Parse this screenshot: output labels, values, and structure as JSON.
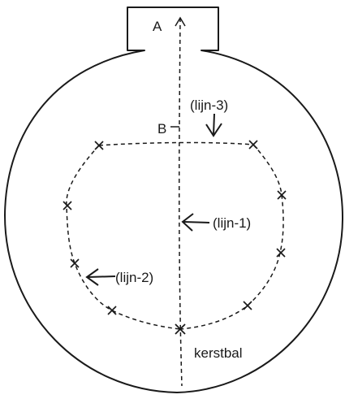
{
  "diagram": {
    "labels": {
      "point_a": "A",
      "point_b": "B",
      "line_1": "(lijn-1)",
      "line_2": "(lijn-2)",
      "line_3": "(lijn-3)",
      "object": "kerstbal"
    },
    "colors": {
      "ink": "#1a1a1a",
      "background": "#ffffff"
    }
  }
}
